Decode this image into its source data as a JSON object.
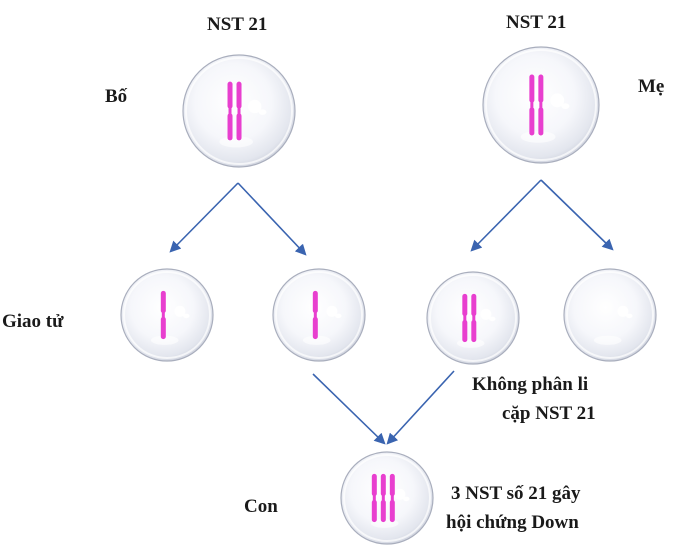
{
  "labels": {
    "father_nst": "NST 21",
    "mother_nst": "NST 21",
    "father": "Bố",
    "mother": "Mẹ",
    "gamete": "Giao tử",
    "nondisjunction_line1": "Không phân li",
    "nondisjunction_line2": "cặp NST 21",
    "child": "Con",
    "down_line1": "3 NST số 21 gây",
    "down_line2": "hội chứng Down"
  },
  "colors": {
    "chromosome": "#e83fcf",
    "arrow": "#3a64b0",
    "text": "#1a1a1a"
  },
  "cells": {
    "father": {
      "chromosomes": 2
    },
    "mother": {
      "chromosomes": 2
    },
    "gamete_father_1": {
      "chromosomes": 1
    },
    "gamete_father_2": {
      "chromosomes": 1
    },
    "gamete_mother_1": {
      "chromosomes": 2
    },
    "gamete_mother_2": {
      "chromosomes": 0
    },
    "child": {
      "chromosomes": 3
    }
  }
}
